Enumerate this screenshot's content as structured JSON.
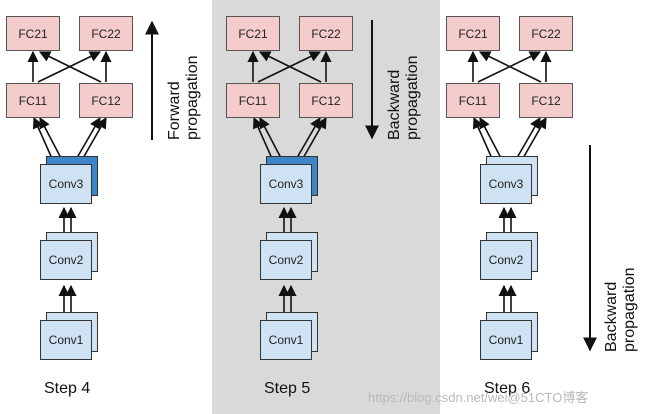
{
  "layers": {
    "fc21": "FC21",
    "fc22": "FC22",
    "fc11": "FC11",
    "fc12": "FC12",
    "conv3": "Conv3",
    "conv2": "Conv2",
    "conv1": "Conv1"
  },
  "panels": [
    {
      "step_label": "Step 4",
      "direction_line1": "Forward",
      "direction_line2": "propagation",
      "arrow": "up",
      "conv3_back_color": "#3d85c6",
      "background": "#ffffff"
    },
    {
      "step_label": "Step 5",
      "direction_line1": "Backward",
      "direction_line2": "propagation",
      "arrow": "down",
      "conv3_back_color": "#3d85c6",
      "background": "#d9d9d9"
    },
    {
      "step_label": "Step 6",
      "direction_line1": "Backward",
      "direction_line2": "propagation",
      "arrow": "down",
      "conv3_back_color": "#cfe2f3",
      "background": "#ffffff"
    }
  ],
  "watermark": "https://blog.csdn.net/wei@51CTO博客"
}
